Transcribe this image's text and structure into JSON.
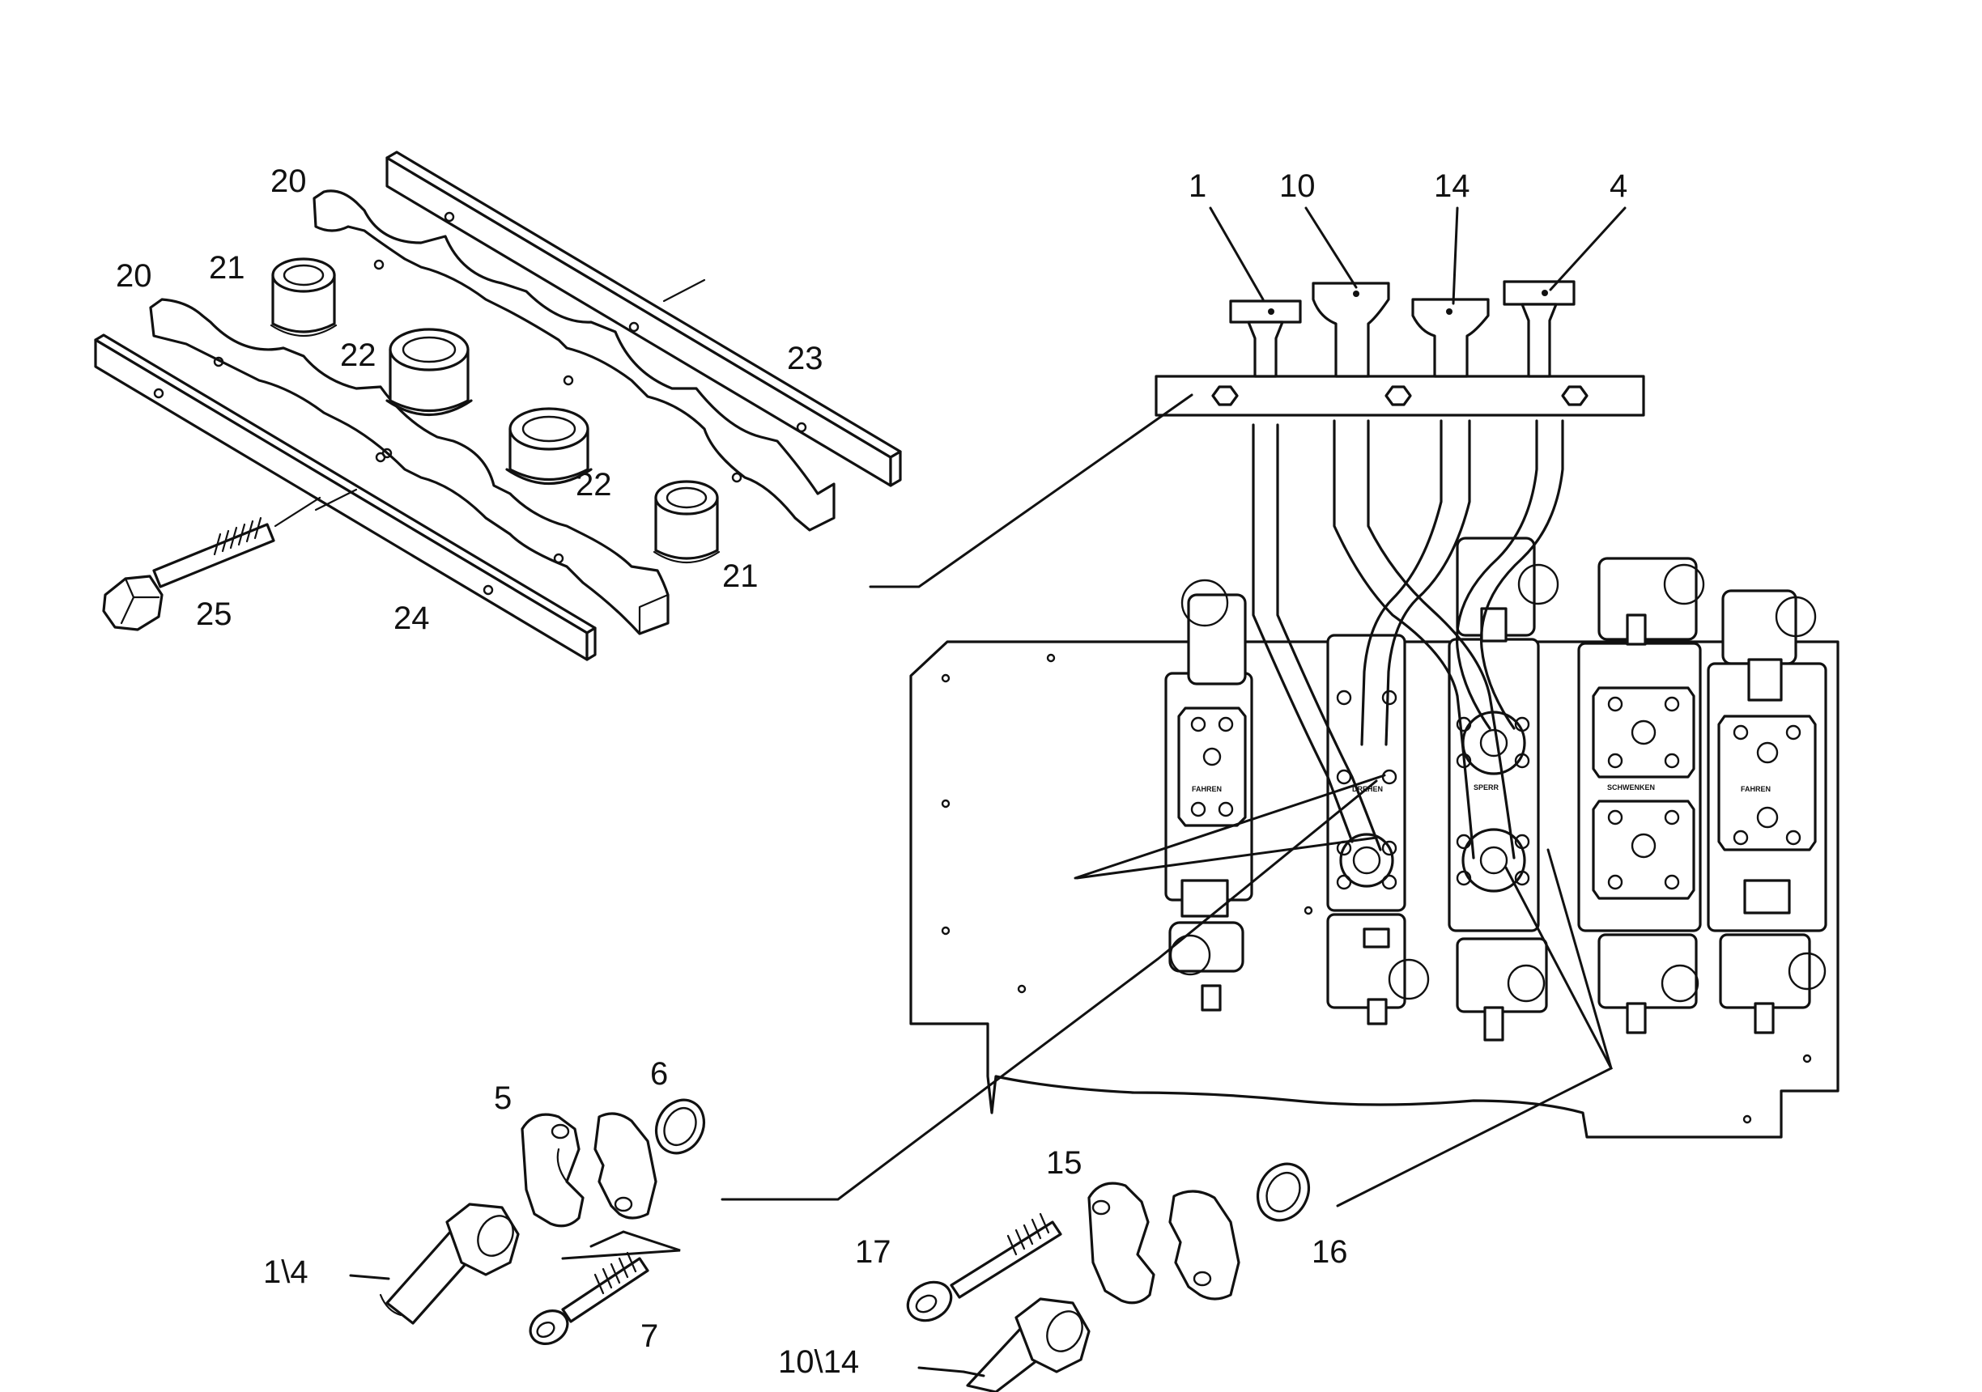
{
  "callouts": {
    "c1": "1",
    "c10": "10",
    "c14": "14",
    "c4": "4",
    "c20a": "20",
    "c20b": "20",
    "c21a": "21",
    "c21b": "21",
    "c22a": "22",
    "c22b": "22",
    "c23": "23",
    "c24": "24",
    "c25": "25",
    "c5": "5",
    "c6": "6",
    "c7": "7",
    "c1_4": "1\\4",
    "c15": "15",
    "c16": "16",
    "c17": "17",
    "c10_14": "10\\14"
  },
  "valve_plates": {
    "p1": "FAHREN",
    "p2": "DREHEN",
    "p3": "SPERR",
    "p4": "SCHWENKEN",
    "p5": "FAHREN"
  }
}
